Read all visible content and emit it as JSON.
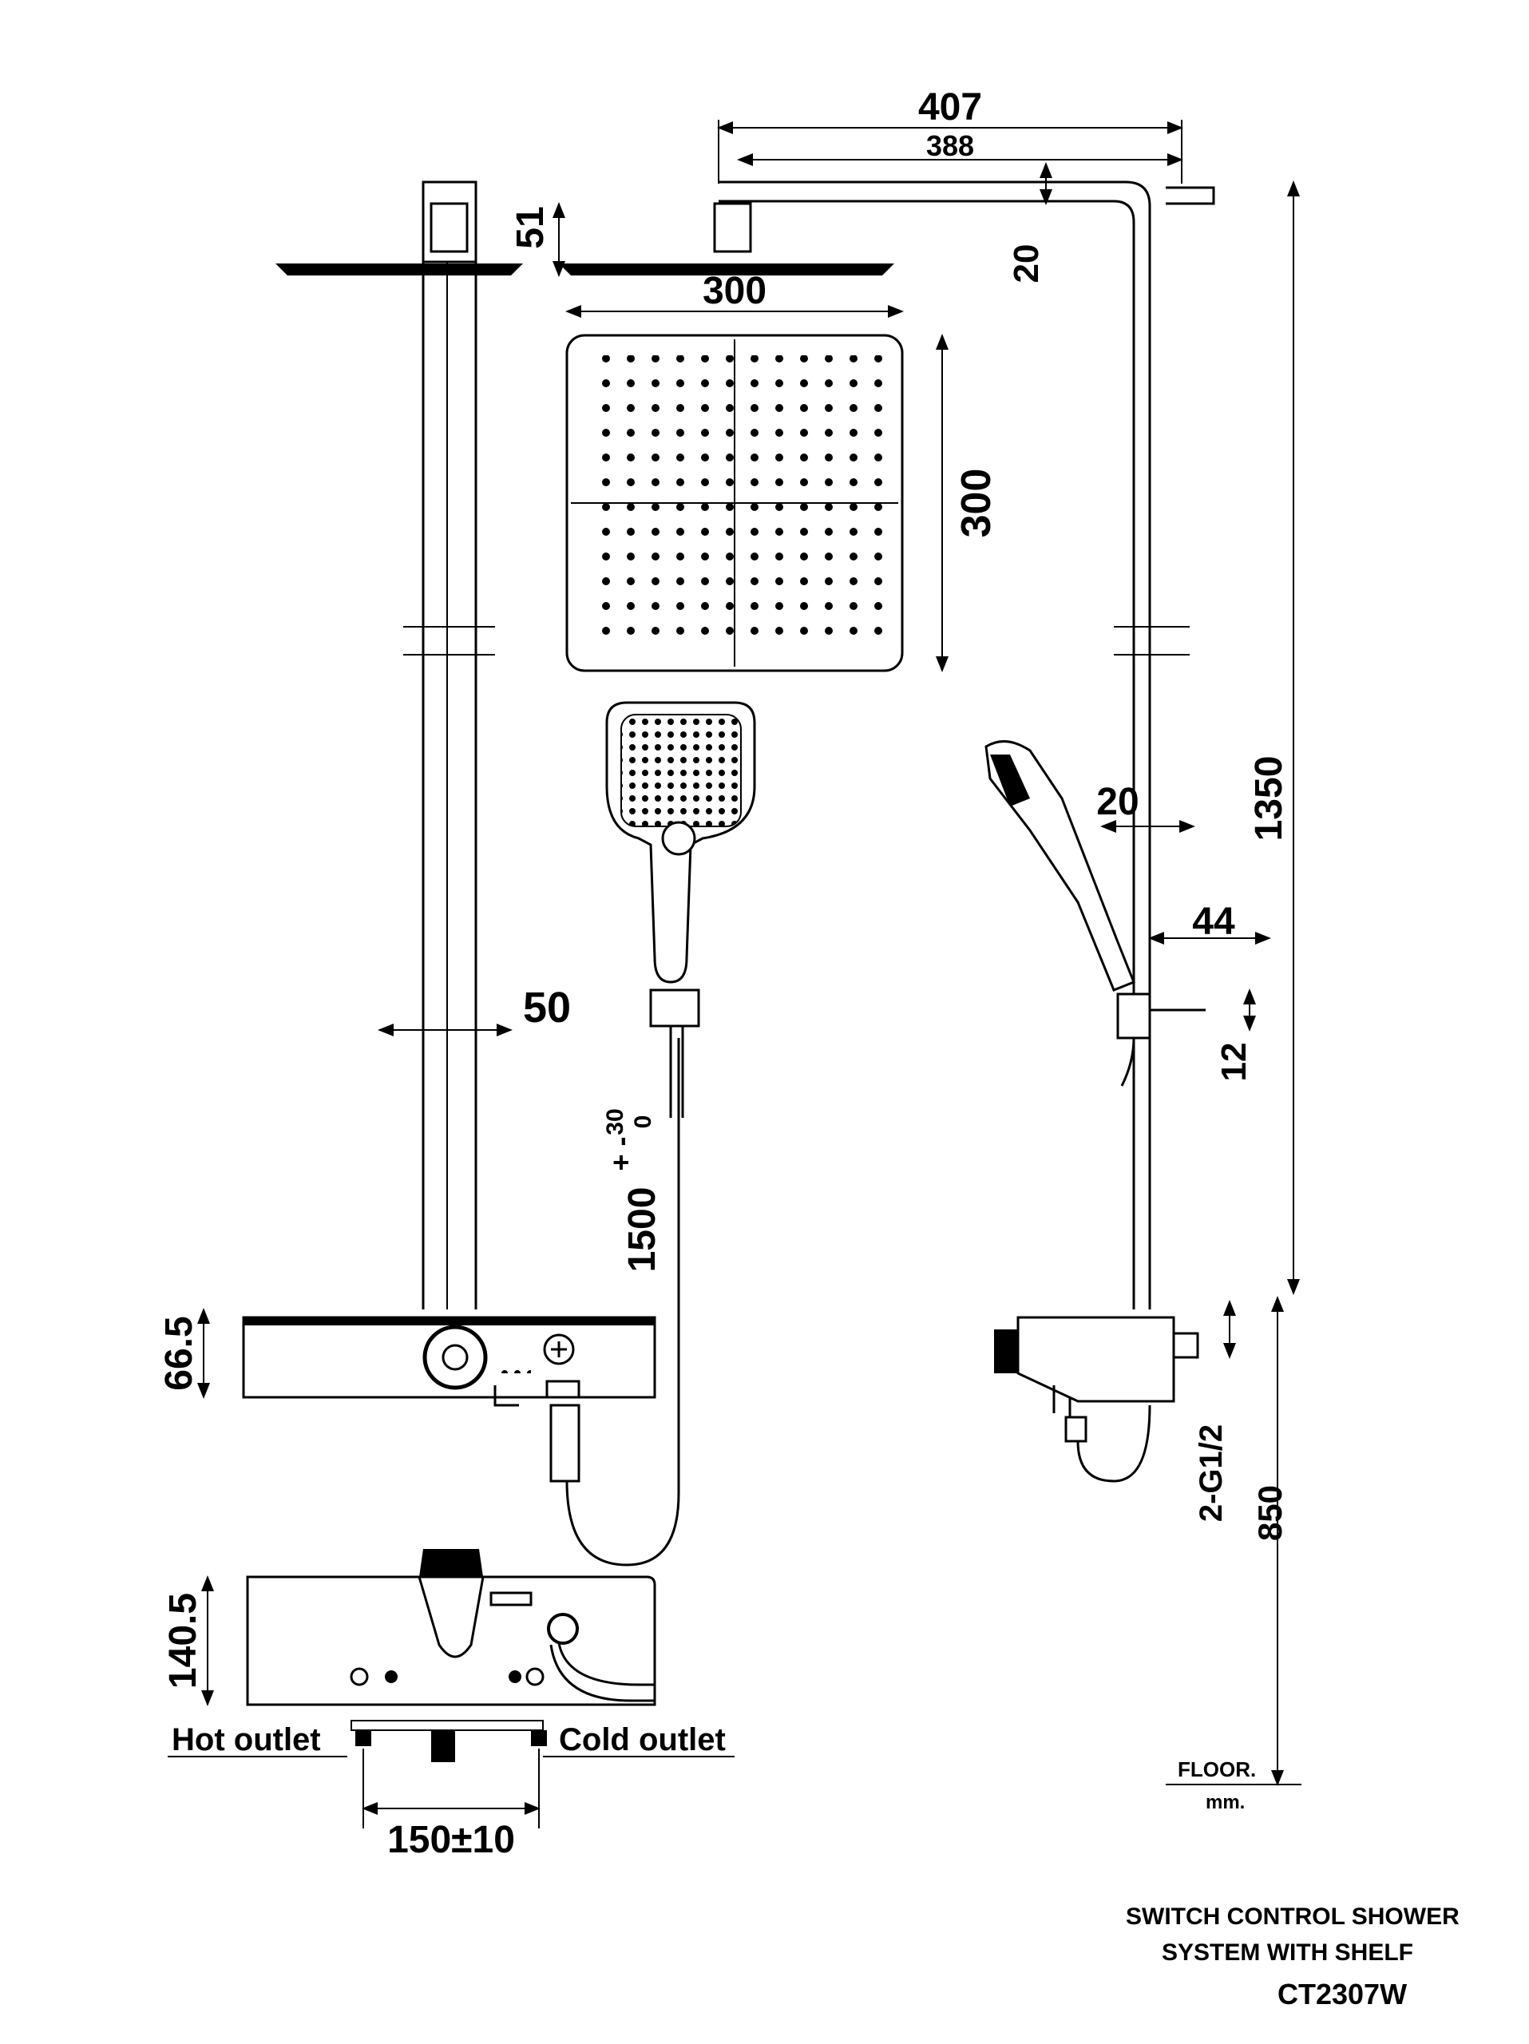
{
  "dimensions": {
    "overall_width": "407",
    "arm_length": "388",
    "head_height": "51",
    "arm_thickness": "20",
    "head_width": "300",
    "head_depth": "300",
    "total_height": "1350",
    "wall_gap": "20",
    "bracket_depth": "44",
    "bracket_screw": "12",
    "pipe_width": "50",
    "hose_length": "1500",
    "hose_tolerance_upper": "30",
    "hose_tolerance_lower": "0",
    "hose_tolerance_sign": "+ -",
    "shelf_height": "66.5",
    "inlet_thread": "2-G1/2",
    "inlet_height": "850",
    "valve_height": "140.5",
    "inlet_spacing": "150±10"
  },
  "labels": {
    "hot_outlet": "Hot outlet",
    "cold_outlet": "Cold outlet",
    "floor": "FLOOR.",
    "unit": "mm."
  },
  "title_block": {
    "line1": "SWITCH CONTROL SHOWER",
    "line2": "SYSTEM WITH SHELF",
    "model": "CT2307W"
  }
}
